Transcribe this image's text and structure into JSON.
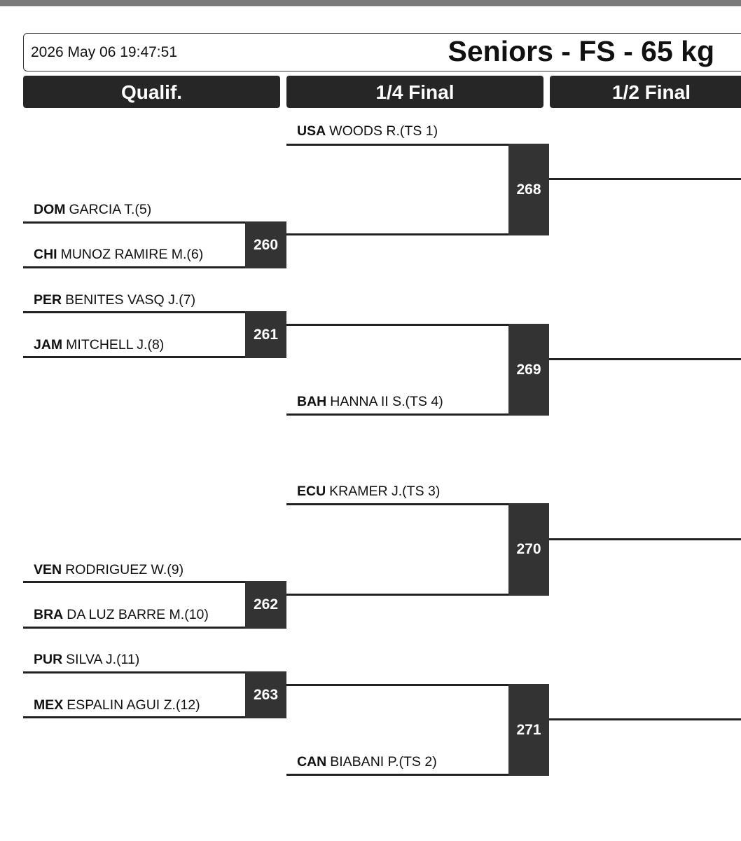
{
  "header": {
    "timestamp": "2026 May 06 19:47:51",
    "title": "Seniors - FS - 65 kg"
  },
  "rounds": {
    "qualif": "Qualif.",
    "quarter": "1/4 Final",
    "semi": "1/2 Final"
  },
  "qualif": [
    {
      "match": "260",
      "top": {
        "nat": "DOM",
        "name": "GARCIA T.(5)"
      },
      "bottom": {
        "nat": "CHI",
        "name": "MUNOZ RAMIRE M.(6)"
      }
    },
    {
      "match": "261",
      "top": {
        "nat": "PER",
        "name": "BENITES VASQ J.(7)"
      },
      "bottom": {
        "nat": "JAM",
        "name": "MITCHELL J.(8)"
      }
    },
    {
      "match": "262",
      "top": {
        "nat": "VEN",
        "name": "RODRIGUEZ W.(9)"
      },
      "bottom": {
        "nat": "BRA",
        "name": "DA LUZ BARRE M.(10)"
      }
    },
    {
      "match": "263",
      "top": {
        "nat": "PUR",
        "name": "SILVA J.(11)"
      },
      "bottom": {
        "nat": "MEX",
        "name": "ESPALIN AGUI Z.(12)"
      }
    }
  ],
  "quarter": [
    {
      "match": "268",
      "seed": {
        "nat": "USA",
        "name": "WOODS R.(TS 1)"
      }
    },
    {
      "match": "269",
      "seed": {
        "nat": "BAH",
        "name": "HANNA II S.(TS 4)"
      }
    },
    {
      "match": "270",
      "seed": {
        "nat": "ECU",
        "name": "KRAMER J.(TS 3)"
      }
    },
    {
      "match": "271",
      "seed": {
        "nat": "CAN",
        "name": "BIABANI P.(TS 2)"
      }
    }
  ]
}
